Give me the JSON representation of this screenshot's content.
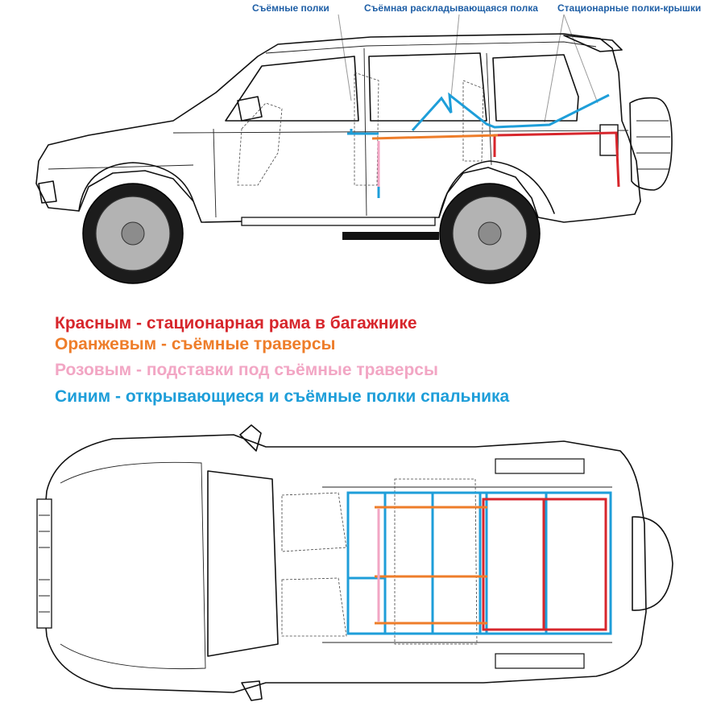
{
  "header": {
    "callouts": [
      {
        "id": "removable",
        "label": "Съёмные полки"
      },
      {
        "id": "folding",
        "label": "Съёмная раскладывающаяся полка"
      },
      {
        "id": "fixed",
        "label": "Стационарные полки-крышки"
      }
    ]
  },
  "legend": [
    {
      "id": "red",
      "text": "Красным - стационарная рама в багажнике",
      "color": "#d7262c"
    },
    {
      "id": "orange",
      "text": "Оранжевым - съёмные траверсы",
      "color": "#ee7d2a"
    },
    {
      "id": "pink",
      "text": "Розовым - подставки под съёмные траверсы",
      "color": "#f2a6c4"
    },
    {
      "id": "blue",
      "text": "Синим - открывающиеся и съёмные полки спальника",
      "color": "#1e9ed9"
    }
  ],
  "colors": {
    "frame": "#d7262c",
    "traverse": "#ee7d2a",
    "stand": "#f2a6c4",
    "shelf": "#1e9ed9",
    "callout": "#1f5fa6",
    "outline": "#111111"
  }
}
